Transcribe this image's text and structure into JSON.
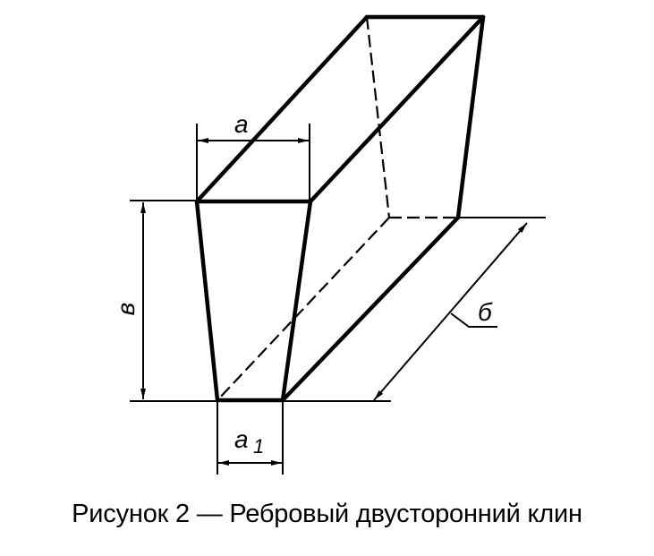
{
  "figure": {
    "caption": "Рисунок 2 — Ребровый двусторонний клин",
    "stroke_color": "#000000",
    "background": "#ffffff",
    "dimensions": {
      "top_width": {
        "label": "a"
      },
      "height": {
        "label": "в"
      },
      "bottom_width": {
        "label": "a",
        "subscript": "1"
      },
      "length": {
        "label": "б"
      }
    }
  }
}
